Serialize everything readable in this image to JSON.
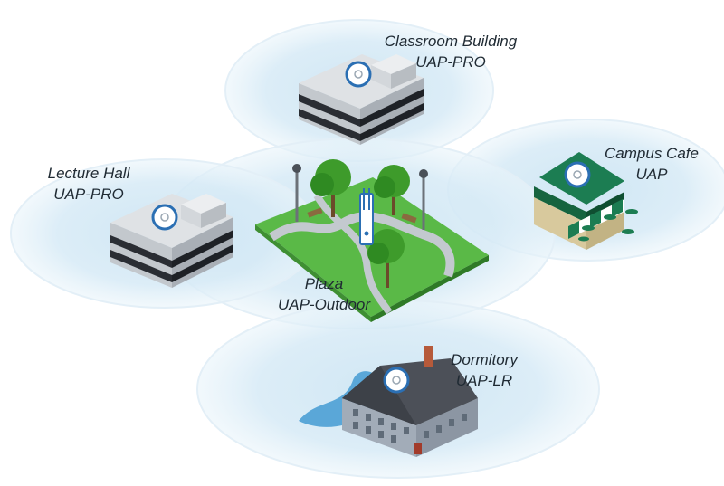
{
  "sites": [
    {
      "id": "classroom",
      "name": "Classroom Building",
      "device": "UAP-PRO"
    },
    {
      "id": "lecture",
      "name": "Lecture Hall",
      "device": "UAP-PRO"
    },
    {
      "id": "cafe",
      "name": "Campus Cafe",
      "device": "UAP"
    },
    {
      "id": "plaza",
      "name": "Plaza",
      "device": "UAP-Outdoor"
    },
    {
      "id": "dorm",
      "name": "Dormitory",
      "device": "UAP-LR"
    }
  ],
  "colors": {
    "coverage": "#cfe6f3",
    "coverage_edge": "#e9f4fa",
    "grass": "#5ab947",
    "path": "#b9c1c9",
    "tree": "#3e9b2b",
    "building_gray": "#c5c9cd",
    "building_stripe": "#2a2d33",
    "roof_green": "#1c7d52",
    "house_wall": "#a2acb8",
    "house_roof": "#4c5058",
    "pond": "#5aa7d8",
    "ap_ring": "#2b6fb3"
  }
}
